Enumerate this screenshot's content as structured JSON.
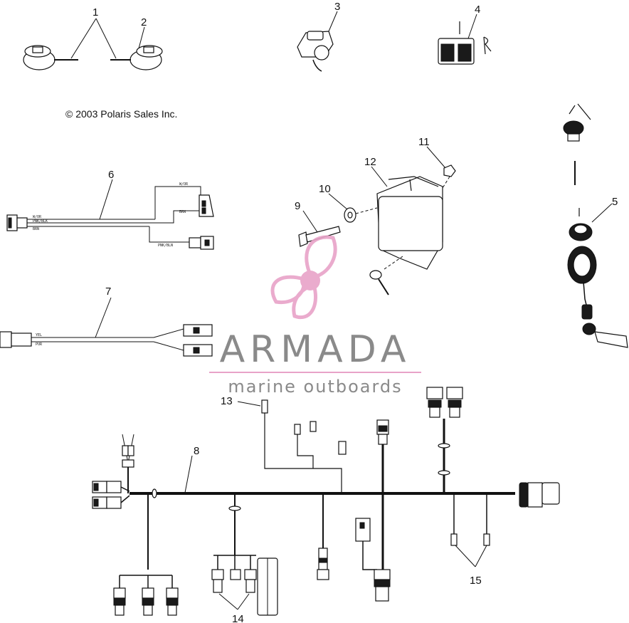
{
  "copyright": "© 2003 Polaris Sales Inc.",
  "watermark": {
    "name": "ARMADA",
    "tagline": "marine outboards",
    "accent_color": "#e8a3c8",
    "text_color": "#8a8a8a"
  },
  "callouts": {
    "c1": "1",
    "c2": "2",
    "c3": "3",
    "c4": "4",
    "c5": "5",
    "c6": "6",
    "c7": "7",
    "c8": "8",
    "c9": "9",
    "c10": "10",
    "c11": "11",
    "c12": "12",
    "c13": "13",
    "c14": "14",
    "c15": "15"
  },
  "wire_labels": {
    "harness6_top": "W/OR",
    "harness6_mid1": "PNK/BLK",
    "harness6_mid2": "BRN",
    "harness6_brn": "BRN",
    "harness6_bottom": "PNK/BLN",
    "harness7_a": "YEL",
    "harness7_b": "PUR"
  },
  "icons": [
    "propeller-logo-icon"
  ]
}
